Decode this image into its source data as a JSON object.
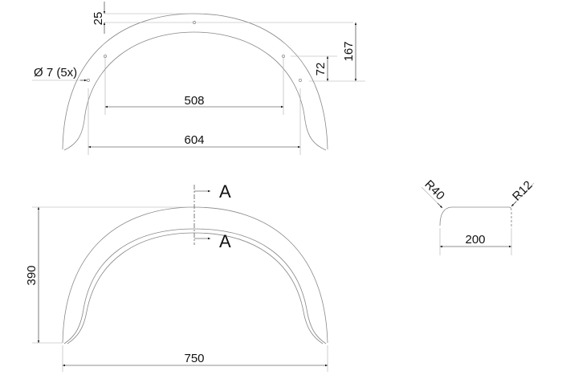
{
  "top_view": {
    "dim_25": "25",
    "dim_167": "167",
    "dim_72": "72",
    "dim_508": "508",
    "dim_604": "604",
    "hole_note": "Ø 7 (5x)"
  },
  "side_view": {
    "dim_390": "390",
    "dim_750": "750",
    "section_label_top": "A",
    "section_label_bottom": "A"
  },
  "section_view": {
    "radius_left": "R40",
    "radius_right": "R12",
    "dim_200": "200"
  }
}
